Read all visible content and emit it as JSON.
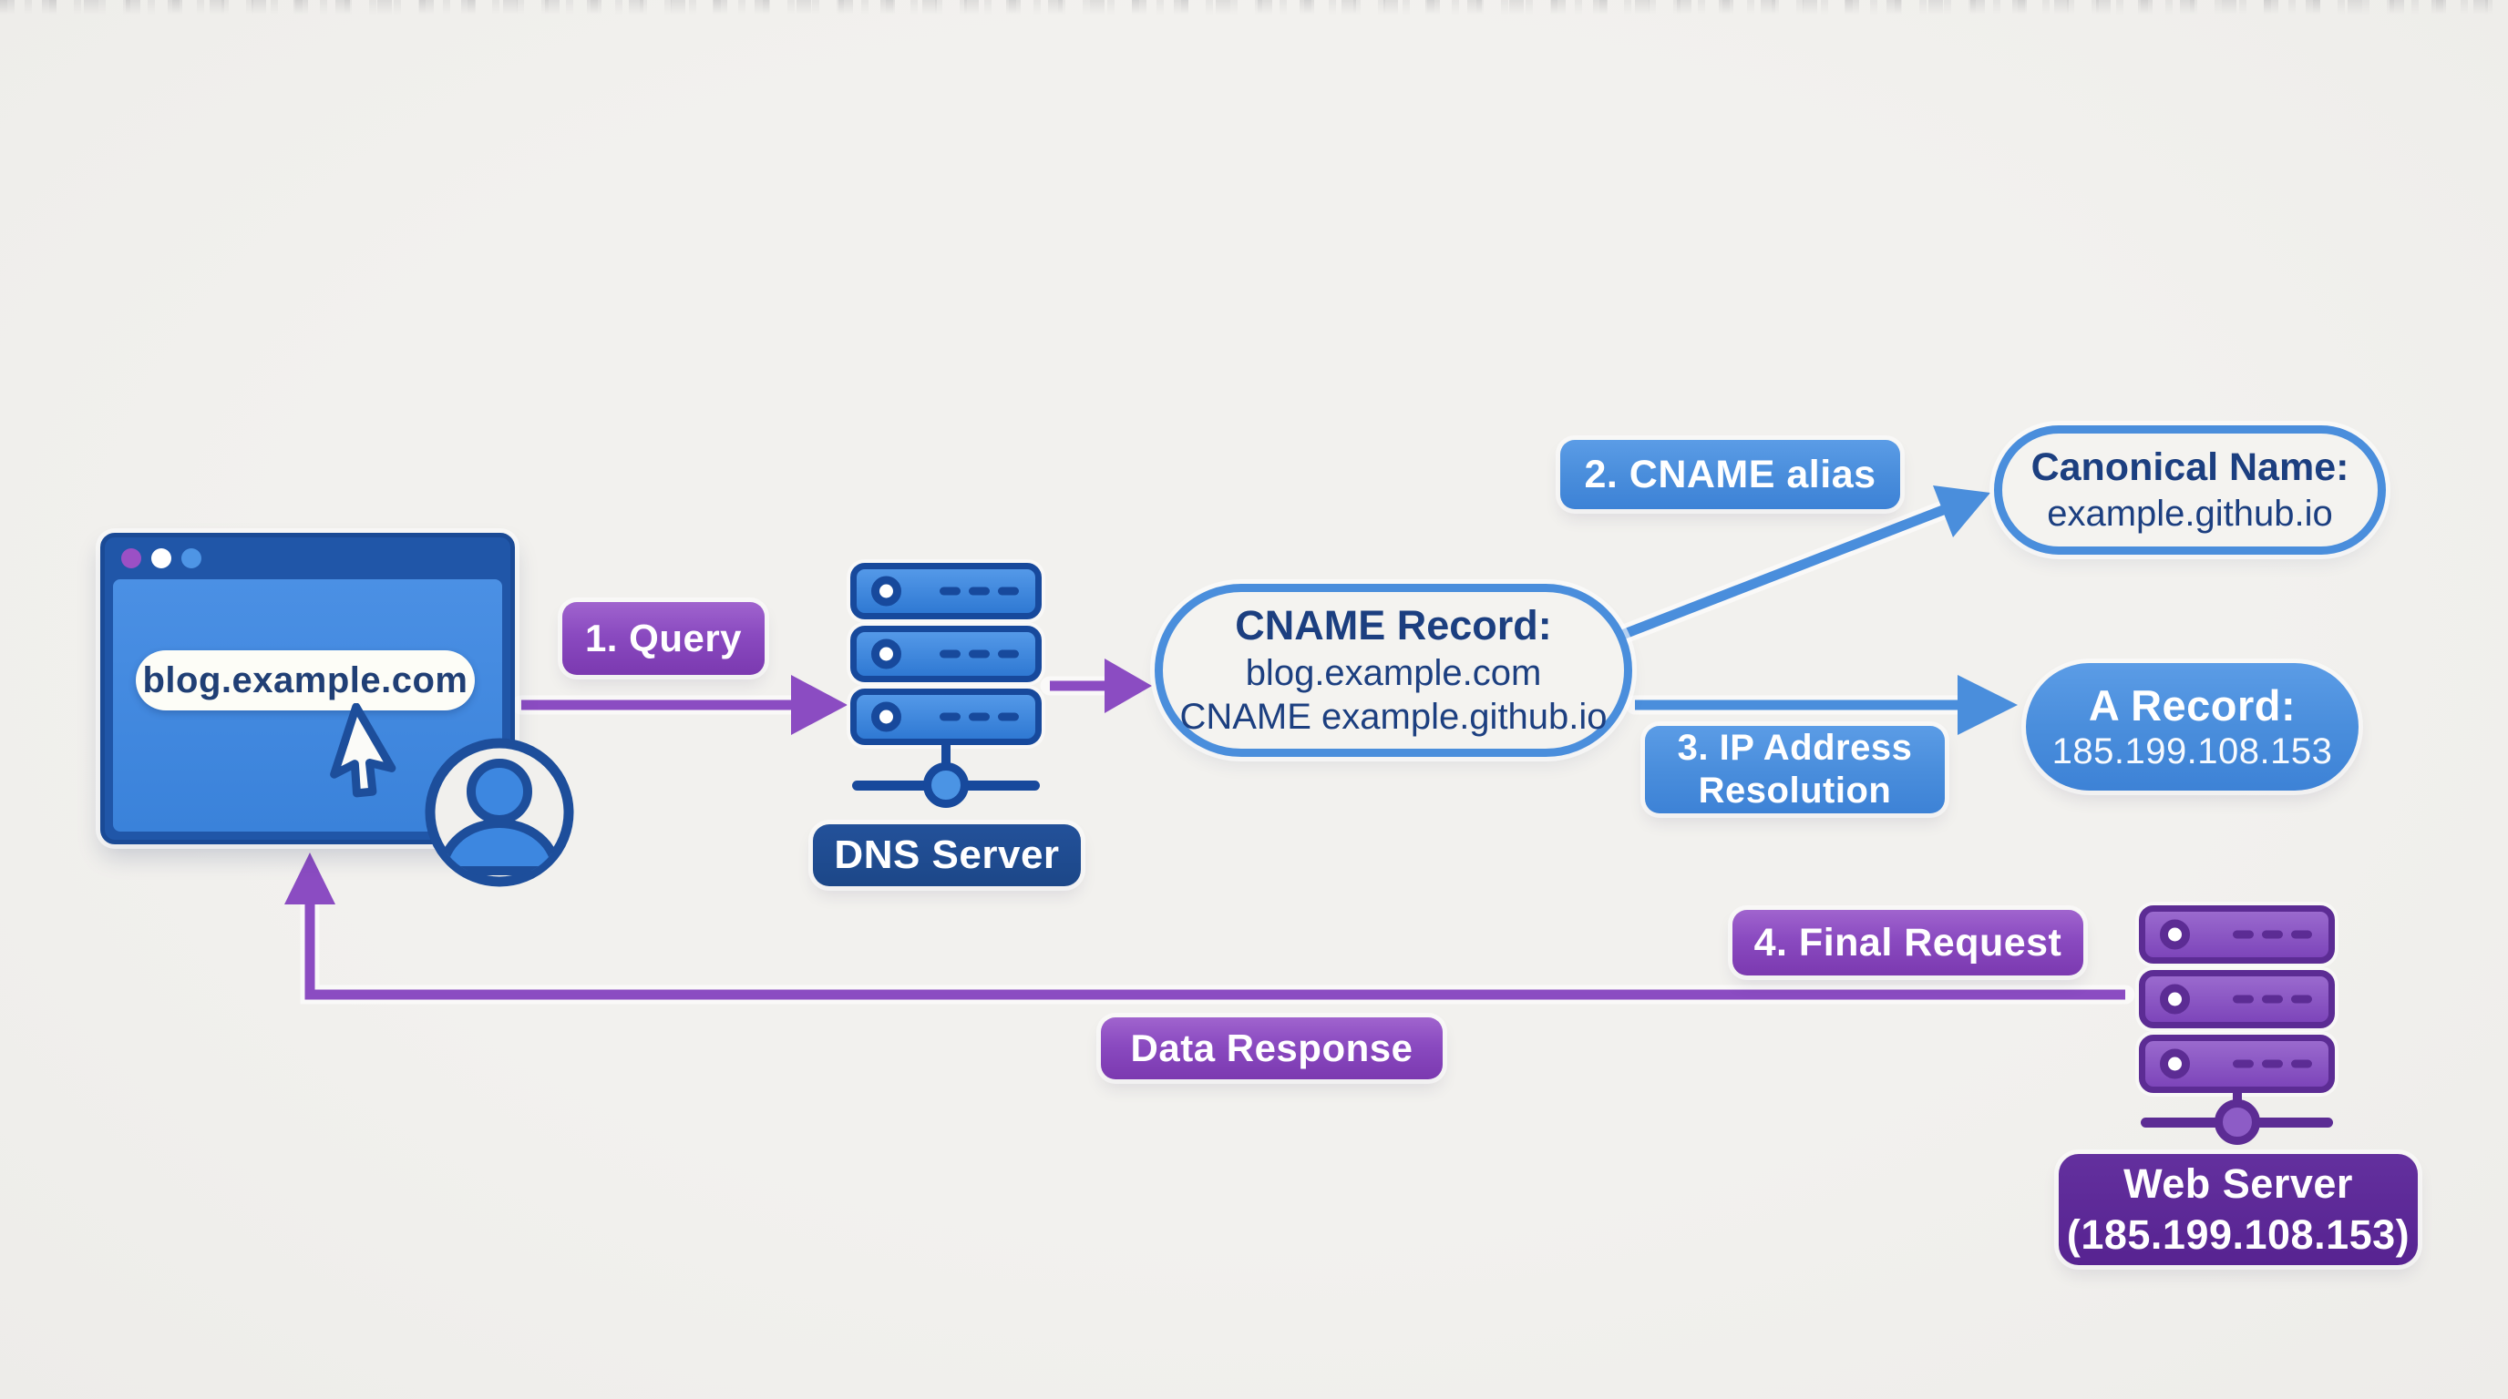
{
  "diagram": {
    "background_color": "#f0efec",
    "colors": {
      "purple_accent": "#8a4ac0",
      "purple_dark": "#572391",
      "blue_accent": "#4a8edc",
      "blue_dark_badge": "#1c4788",
      "navy_text": "#1c3f80",
      "blue_icon_fill": "#3f8ae0",
      "blue_icon_outline": "#17499c",
      "violet_icon_fill": "#8d5cc6",
      "violet_icon_outline": "#5c2c94"
    }
  },
  "browser": {
    "url": "blog.example.com",
    "window_dot_colors": [
      "#9b50c5",
      "#ffffff",
      "#4e95e5"
    ]
  },
  "steps": {
    "query": "1. Query",
    "cname_alias": "2. CNAME alias",
    "ip_resolution_line1": "3. IP Address",
    "ip_resolution_line2": "Resolution",
    "final_request": "4. Final Request",
    "data_response": "Data Response"
  },
  "dns_server": {
    "label": "DNS Server"
  },
  "cname_record": {
    "title": "CNAME Record:",
    "line1": "blog.example.com",
    "line2": "CNAME example.github.io"
  },
  "canonical_name": {
    "title": "Canonical Name:",
    "value": "example.github.io"
  },
  "a_record": {
    "title": "A Record:",
    "value": "185.199.108.153"
  },
  "web_server": {
    "label_line1": "Web Server",
    "label_line2": "(185.199.108.153)"
  },
  "icons": {
    "browser_window": "browser-window-icon",
    "cursor": "cursor-arrow-icon",
    "user": "user-avatar-icon",
    "dns_server": "server-stack-icon",
    "web_server": "server-stack-icon",
    "network_node": "network-node-icon"
  }
}
